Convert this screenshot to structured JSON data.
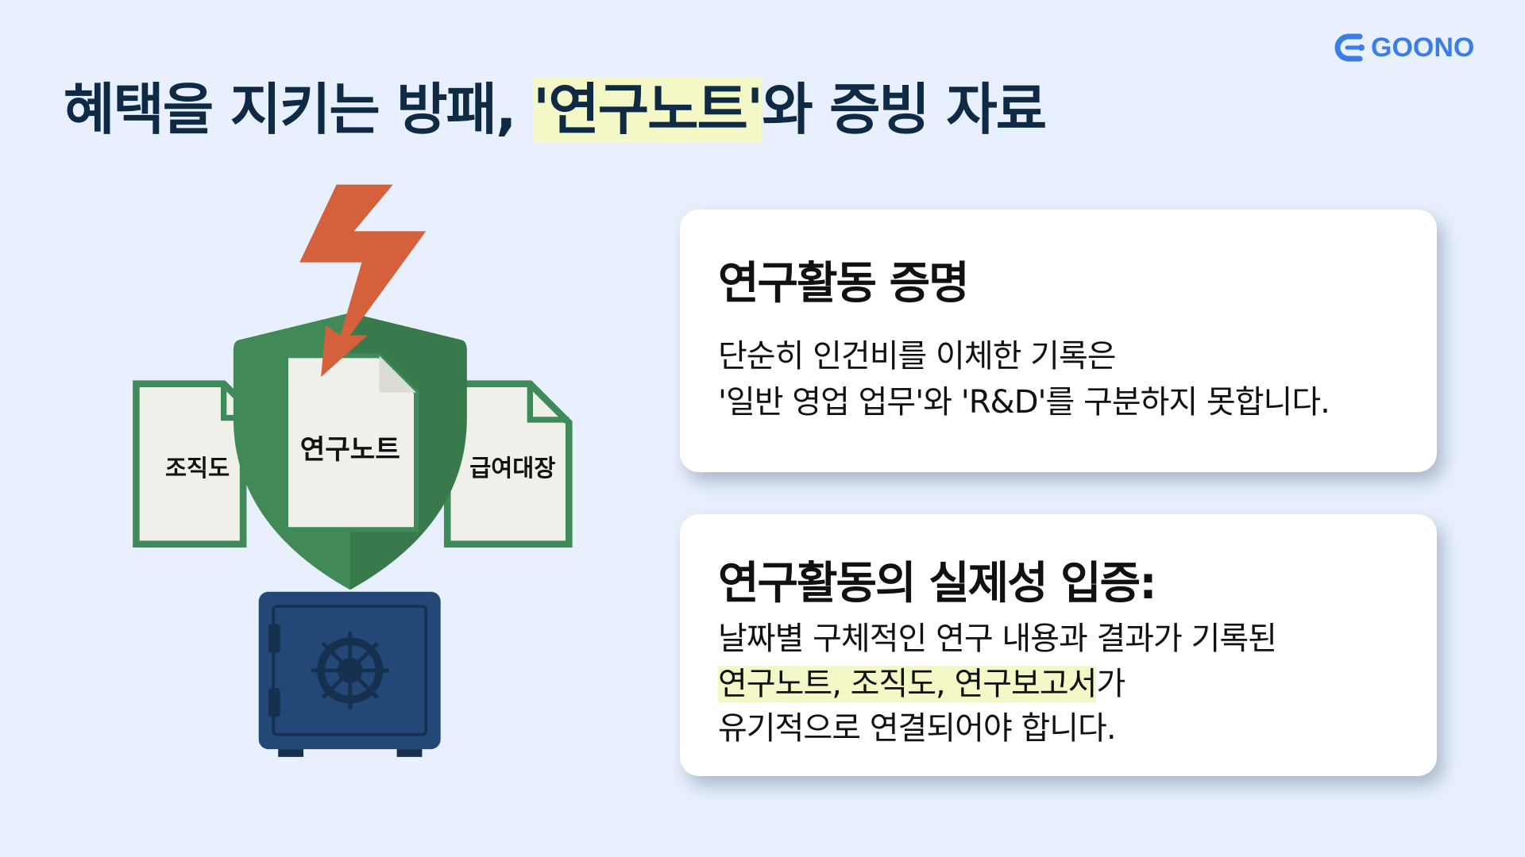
{
  "title": {
    "before": "혜택을 지키는 방패, ",
    "highlight": "'연구노트'",
    "after": "와 증빙 자료"
  },
  "logo": {
    "text": "GOONO"
  },
  "illustration": {
    "doc_left": "조직도",
    "doc_center": "연구노트",
    "doc_right": "급여대장"
  },
  "cards": [
    {
      "title": "연구활동 증명",
      "lines": [
        "단순히 인건비를 이체한 기록은",
        "'일반 영업 업무'와 'R&D'를 구분하지 못합니다."
      ]
    },
    {
      "title": "연구활동의 실제성 입증:",
      "line1": "날짜별 구체적인 연구 내용과 결과가 기록된",
      "line2_highlight": "연구노트, 조직도, 연구보고서",
      "line2_rest": "가",
      "line3": "유기적으로 연결되어야 합니다."
    }
  ],
  "colors": {
    "background": "#e8f0fd",
    "brand": "#3b7de8",
    "highlight": "#f4f7c6",
    "shield": "#3f8a58",
    "bolt": "#d4603c",
    "safe": "#234878"
  }
}
